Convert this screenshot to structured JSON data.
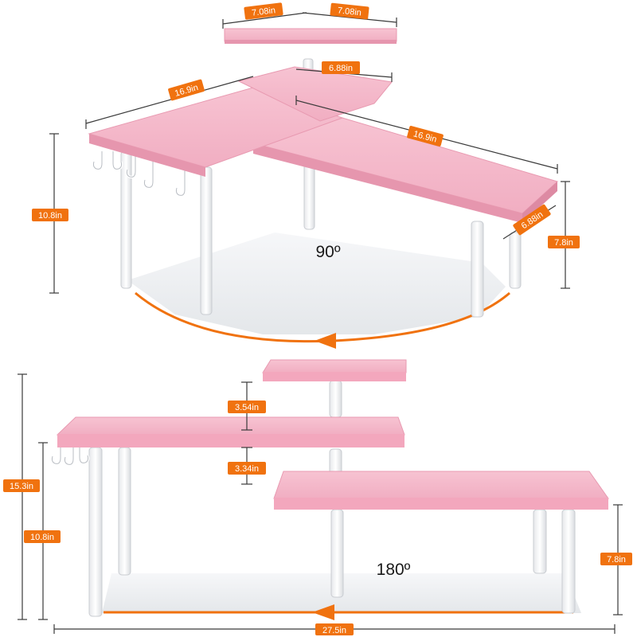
{
  "diagram_90": {
    "angle_label": "90º",
    "dims": {
      "top_left_width": "7.08in",
      "top_right_width": "7.08in",
      "middle_depth": "6.88in",
      "left_arm_length": "16.9in",
      "right_arm_length": "16.9in",
      "right_arm_depth": "6.88in",
      "total_height": "10.8in",
      "low_height": "7.8in"
    }
  },
  "diagram_180": {
    "angle_label": "180º",
    "dims": {
      "top_gap": "3.54in",
      "middle_gap": "3.34in",
      "total_height": "15.3in",
      "left_height": "10.8in",
      "right_height": "7.8in",
      "total_width": "27.5in"
    }
  },
  "colors": {
    "shelf": "#f4b6c8",
    "shelf_edge": "#e89ab1",
    "leg": "#ffffff",
    "floor": "#eef0f2",
    "accent": "#f0720f"
  }
}
